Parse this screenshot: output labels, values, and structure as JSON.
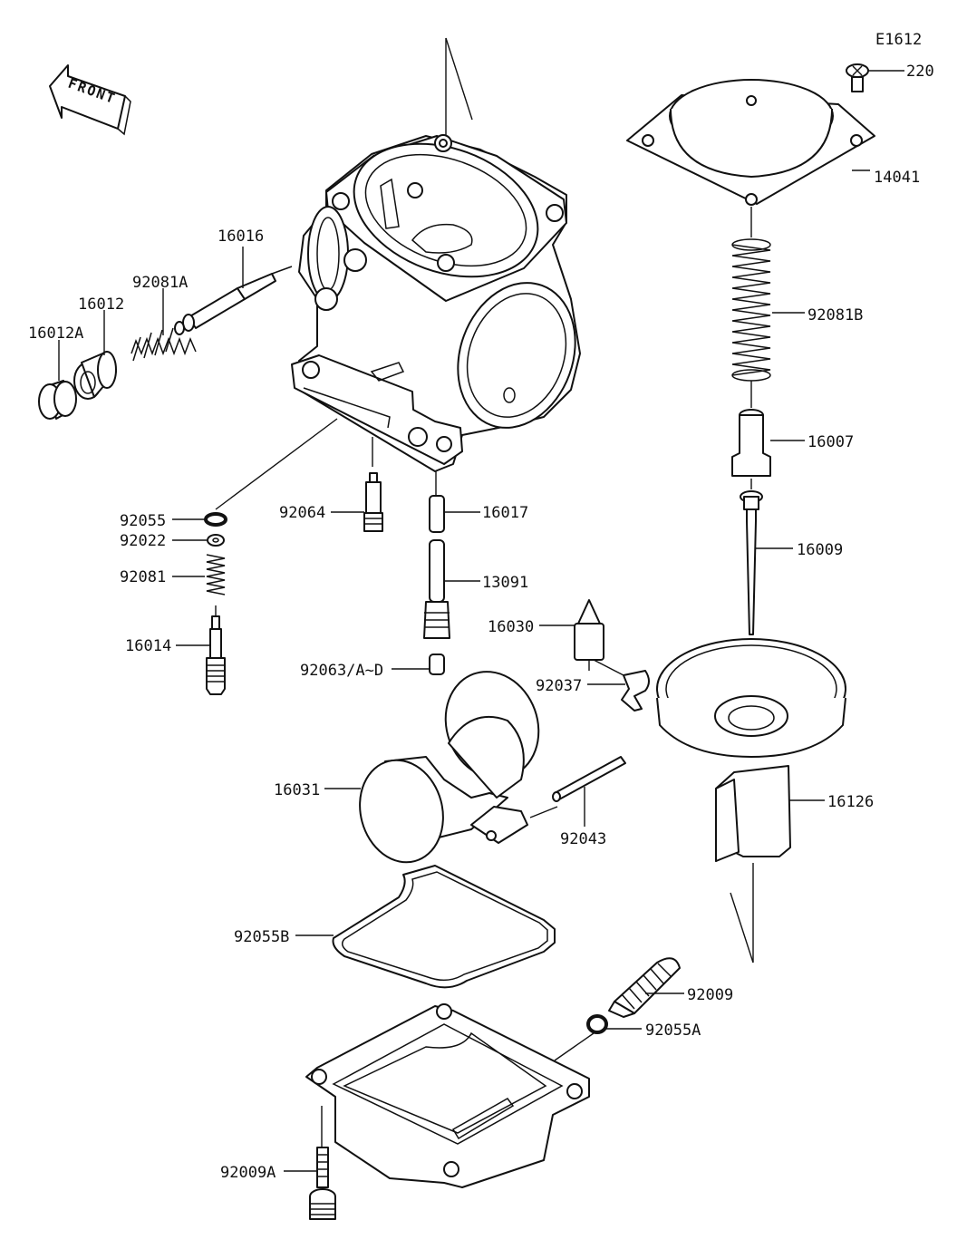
{
  "diagram_code": "E1612",
  "front_label": "FRONT",
  "labels": {
    "l220": "220",
    "l14041": "14041",
    "l92081B": "92081B",
    "l16007": "16007",
    "l16009": "16009",
    "l16016": "16016",
    "l92081A": "92081A",
    "l16012": "16012",
    "l16012A": "16012A",
    "l92055": "92055",
    "l92022": "92022",
    "l92081": "92081",
    "l16014": "16014",
    "l92064": "92064",
    "l16017": "16017",
    "l13091": "13091",
    "l92063": "92063/A~D",
    "l16030": "16030",
    "l92037": "92037",
    "l16031": "16031",
    "l92043": "92043",
    "l16126": "16126",
    "l92055B": "92055B",
    "l92009": "92009",
    "l92055A": "92055A",
    "l92009A": "92009A"
  }
}
